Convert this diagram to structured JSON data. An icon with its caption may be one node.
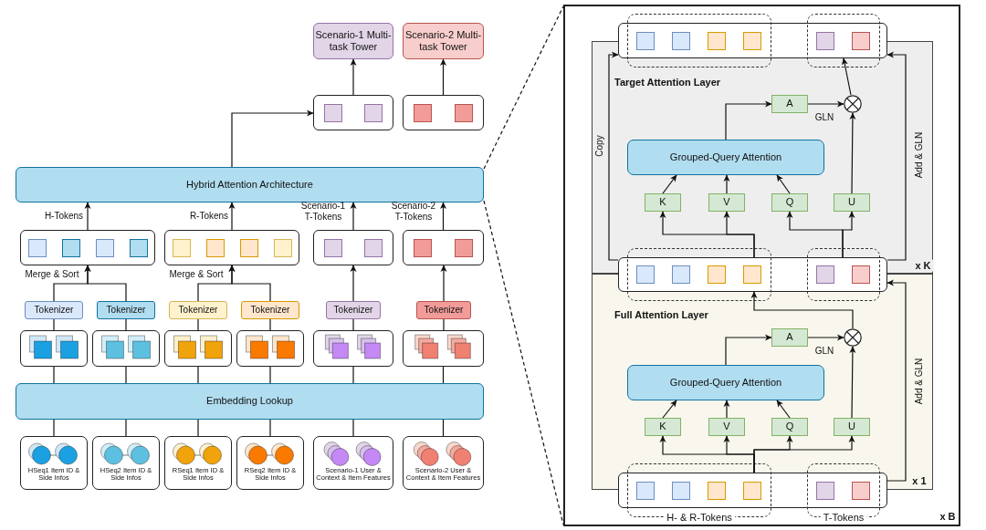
{
  "diagram": {
    "nodes": [
      {
        "text": [
          "Scenario-1 Multi-task Tower"
        ]
      },
      {
        "text": [
          "Scenario-2 Multi-task Tower"
        ]
      },
      {
        "text": [],
        "shape": "box"
      },
      {
        "text": [],
        "shape": "box"
      },
      {
        "text": [
          "Hybrid Attention Architecture"
        ]
      },
      {
        "text": [],
        "shape": "box"
      },
      {
        "text": [],
        "shape": "box"
      },
      {
        "text": [],
        "shape": "box"
      },
      {
        "text": [],
        "shape": "box"
      },
      {
        "text": [
          "Tokenizer"
        ]
      },
      {
        "text": [
          "Tokenizer"
        ]
      },
      {
        "text": [
          "Tokenizer"
        ]
      },
      {
        "text": [
          "Tokenizer"
        ]
      },
      {
        "text": [
          "Tokenizer"
        ]
      },
      {
        "text": [
          "Tokenizer"
        ]
      },
      {
        "text": [],
        "shape": "box"
      },
      {
        "text": [],
        "shape": "box"
      },
      {
        "text": [],
        "shape": "box"
      },
      {
        "text": [],
        "shape": "box"
      },
      {
        "text": [],
        "shape": "box"
      },
      {
        "text": [],
        "shape": "box"
      },
      {
        "text": [
          "Embedding Lookup"
        ]
      },
      {
        "text": [
          "HSeq1 Item ID & Side Infos"
        ]
      },
      {
        "text": [
          "HSeq2 Item ID & Side Infos"
        ]
      },
      {
        "text": [
          "RSeq1 Item ID & Side Infos"
        ]
      },
      {
        "text": [
          "RSeq2 Item ID & Side Infos"
        ]
      },
      {
        "text": [
          "Scenario-1 User & Context & Item Features"
        ]
      },
      {
        "text": [
          "Scenario-2 User & Context & Item Features"
        ]
      },
      {
        "text": [],
        "shape": "box"
      },
      {
        "text": [
          "Target Attention Layer"
        ],
        "in": 28
      },
      {
        "text": [],
        "shape": "box",
        "in": 28
      },
      {
        "text": [
          "A"
        ],
        "in": 29
      },
      {
        "text": [],
        "shape": "circle",
        "in": 29
      },
      {
        "text": [
          "Grouped-Query Attention"
        ],
        "in": 29
      },
      {
        "text": [
          "K"
        ],
        "in": 29
      },
      {
        "text": [
          "V"
        ],
        "in": 29
      },
      {
        "text": [
          "Q"
        ],
        "in": 29
      },
      {
        "text": [
          "U"
        ],
        "in": 29
      },
      {
        "text": [],
        "shape": "box",
        "in": 28
      },
      {
        "text": [
          "Full Attention Layer"
        ],
        "in": 28
      },
      {
        "text": [
          "A"
        ],
        "in": 39
      },
      {
        "text": [],
        "shape": "circle",
        "in": 39
      },
      {
        "text": [
          "Grouped-Query Attention"
        ],
        "in": 39
      },
      {
        "text": [
          "K"
        ],
        "in": 39
      },
      {
        "text": [
          "V"
        ],
        "in": 39
      },
      {
        "text": [
          "Q"
        ],
        "in": 39
      },
      {
        "text": [
          "U"
        ],
        "in": 39
      },
      {
        "text": [],
        "shape": "box",
        "in": 28,
        "beside": [
          "H- & R-Tokens",
          "T-Tokens"
        ]
      }
    ],
    "edges": [
      {
        "from": 2,
        "to": 0,
        "arrow": "to"
      },
      {
        "from": 3,
        "to": 1,
        "arrow": "to"
      },
      {
        "from": 4,
        "to": 2,
        "arrow": "to"
      },
      {
        "from": 5,
        "to": 4,
        "arrow": "to",
        "label": "H-Tokens"
      },
      {
        "from": 6,
        "to": 4,
        "arrow": "to",
        "label": "R-Tokens"
      },
      {
        "from": 7,
        "to": 4,
        "arrow": "to",
        "label": "Scenario-1 T-Tokens"
      },
      {
        "from": 8,
        "to": 4,
        "arrow": "to",
        "label": "Scenario-2 T-Tokens"
      },
      {
        "from": 9,
        "to": 5,
        "arrow": "to",
        "label": "Merge & Sort"
      },
      {
        "from": 10,
        "to": 5,
        "arrow": "to"
      },
      {
        "from": 11,
        "to": 6,
        "arrow": "to",
        "label": "Merge & Sort"
      },
      {
        "from": 12,
        "to": 6,
        "arrow": "to"
      },
      {
        "from": 13,
        "to": 7,
        "arrow": "to"
      },
      {
        "from": 14,
        "to": 8,
        "arrow": "to"
      },
      {
        "from": 15,
        "to": 9,
        "arrow": "none"
      },
      {
        "from": 16,
        "to": 10,
        "arrow": "none"
      },
      {
        "from": 17,
        "to": 11,
        "arrow": "none"
      },
      {
        "from": 18,
        "to": 12,
        "arrow": "none"
      },
      {
        "from": 19,
        "to": 13,
        "arrow": "none"
      },
      {
        "from": 20,
        "to": 14,
        "arrow": "none"
      },
      {
        "from": 21,
        "to": 15,
        "arrow": "none"
      },
      {
        "from": 21,
        "to": 16,
        "arrow": "none"
      },
      {
        "from": 21,
        "to": 17,
        "arrow": "none"
      },
      {
        "from": 21,
        "to": 18,
        "arrow": "none"
      },
      {
        "from": 21,
        "to": 19,
        "arrow": "none"
      },
      {
        "from": 21,
        "to": 20,
        "arrow": "none"
      },
      {
        "from": 22,
        "to": 21,
        "arrow": "none"
      },
      {
        "from": 23,
        "to": 21,
        "arrow": "none"
      },
      {
        "from": 24,
        "to": 21,
        "arrow": "none"
      },
      {
        "from": 25,
        "to": 21,
        "arrow": "none"
      },
      {
        "from": 26,
        "to": 21,
        "arrow": "none"
      },
      {
        "from": 27,
        "to": 21,
        "arrow": "none"
      },
      {
        "from": 38,
        "to": 34,
        "arrow": "to"
      },
      {
        "from": 38,
        "to": 35,
        "arrow": "to"
      },
      {
        "from": 38,
        "to": 36,
        "arrow": "to"
      },
      {
        "from": 38,
        "to": 37,
        "arrow": "to"
      },
      {
        "from": 34,
        "to": 33,
        "arrow": "to"
      },
      {
        "from": 35,
        "to": 33,
        "arrow": "to"
      },
      {
        "from": 36,
        "to": 33,
        "arrow": "to"
      },
      {
        "from": 33,
        "to": 31,
        "arrow": "to"
      },
      {
        "from": 31,
        "to": 32,
        "arrow": "to",
        "label": "GLN"
      },
      {
        "from": 37,
        "to": 32,
        "arrow": "to"
      },
      {
        "from": 32,
        "to": 30,
        "arrow": "to"
      },
      {
        "from": 38,
        "to": 30,
        "arrow": "to",
        "label": "Copy"
      },
      {
        "from": 38,
        "to": 30,
        "arrow": "to",
        "label": "Add & GLN"
      },
      {
        "from": 47,
        "to": 43,
        "arrow": "to"
      },
      {
        "from": 47,
        "to": 44,
        "arrow": "to"
      },
      {
        "from": 47,
        "to": 45,
        "arrow": "to"
      },
      {
        "from": 47,
        "to": 46,
        "arrow": "to"
      },
      {
        "from": 43,
        "to": 42,
        "arrow": "to"
      },
      {
        "from": 44,
        "to": 42,
        "arrow": "to"
      },
      {
        "from": 45,
        "to": 42,
        "arrow": "to"
      },
      {
        "from": 42,
        "to": 40,
        "arrow": "to"
      },
      {
        "from": 40,
        "to": 41,
        "arrow": "to",
        "label": "GLN"
      },
      {
        "from": 46,
        "to": 41,
        "arrow": "to"
      },
      {
        "from": 41,
        "to": 38,
        "arrow": "to"
      },
      {
        "from": 47,
        "to": 38,
        "arrow": "to",
        "label": "Add & GLN"
      },
      {
        "from": 4,
        "to": 28,
        "arrow": "none",
        "style": "dashed"
      },
      {
        "from": 4,
        "to": 28,
        "arrow": "none",
        "style": "dashed"
      }
    ],
    "labels": [
      "x K",
      "x 1",
      "x B"
    ]
  }
}
